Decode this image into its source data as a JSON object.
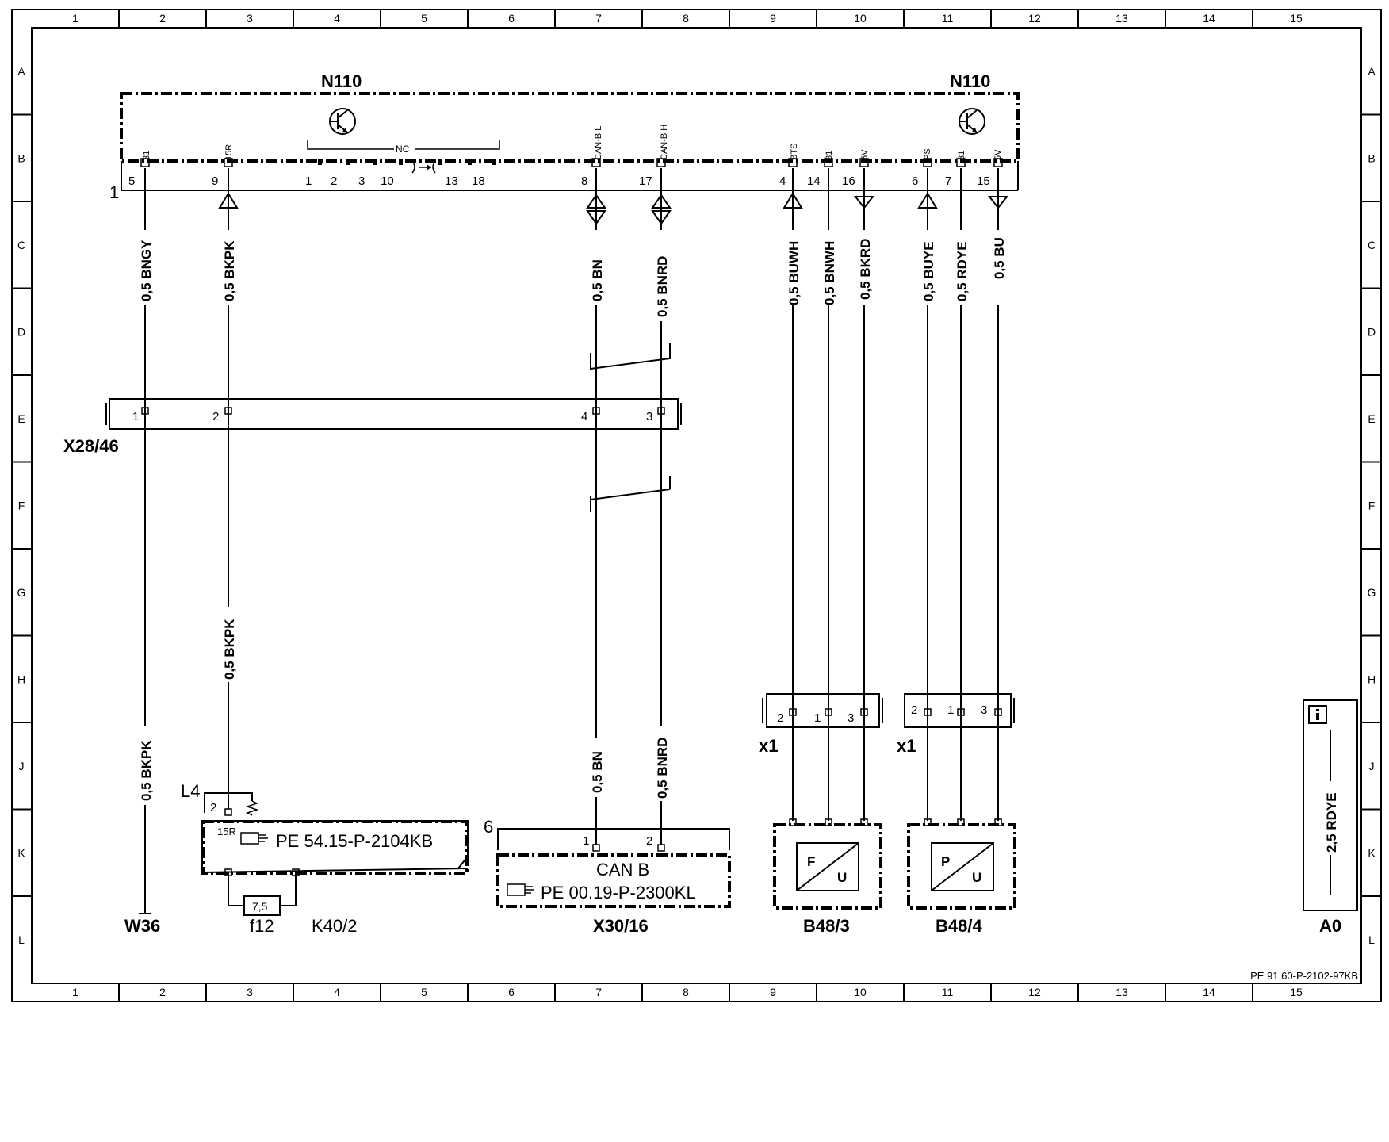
{
  "border": {
    "columns": [
      "1",
      "2",
      "3",
      "4",
      "5",
      "6",
      "7",
      "8",
      "9",
      "10",
      "11",
      "12",
      "13",
      "14",
      "15"
    ],
    "rows": [
      "A",
      "B",
      "C",
      "D",
      "E",
      "F",
      "G",
      "H",
      "J",
      "K",
      "L"
    ]
  },
  "doc_ref": "PE 91.60-P-2102-97KB",
  "n110_left": {
    "name": "N110",
    "box_index": "1",
    "nc_label": "NC",
    "pin_labels": [
      {
        "num": "5",
        "sig": "31"
      },
      {
        "num": "9",
        "sig": "15R"
      },
      {
        "num": "1"
      },
      {
        "num": "2"
      },
      {
        "num": "3"
      },
      {
        "num": "10"
      },
      {
        "num": "13"
      },
      {
        "num": "18"
      },
      {
        "num": "8",
        "sig": "CAN-B L"
      },
      {
        "num": "17",
        "sig": "CAN-B H"
      }
    ]
  },
  "n110_right": {
    "name": "N110",
    "pin_labels": [
      {
        "num": "4",
        "sig": "BTS"
      },
      {
        "num": "14",
        "sig": "31"
      },
      {
        "num": "16",
        "sig": "5V"
      },
      {
        "num": "6",
        "sig": "PS"
      },
      {
        "num": "7",
        "sig": "31"
      },
      {
        "num": "15",
        "sig": "5V"
      }
    ]
  },
  "wires_top": [
    "0,5 BNGY",
    "0,5 BKPK",
    "0,5 BN",
    "0,5 BNRD",
    "0,5 BUWH",
    "0,5 BNWH",
    "0,5 BKRD",
    "0,5 BUYE",
    "0,5 RDYE",
    "0,5 BU"
  ],
  "wires_mid": [
    "0,5 BKPK",
    "0,5 BKPK",
    "0,5 BN",
    "0,5 BNRD"
  ],
  "x28_46": {
    "name": "X28/46",
    "pins": [
      "1",
      "2",
      "4",
      "3"
    ]
  },
  "x1_left": {
    "name": "x1",
    "pins": [
      "2",
      "1",
      "3"
    ]
  },
  "x1_right": {
    "name": "x1",
    "pins": [
      "2",
      "1",
      "3"
    ]
  },
  "l4": {
    "name": "L4",
    "pin": "2",
    "sig": "15R"
  },
  "k40_2": {
    "name": "K40/2",
    "ref": "PE 54.15-P-2104KB"
  },
  "f12": {
    "name": "f12",
    "rating": "7,5"
  },
  "w36": {
    "name": "W36"
  },
  "x30_16": {
    "name": "X30/16",
    "box_index": "6",
    "pins": [
      "1",
      "2"
    ],
    "title": "CAN B",
    "ref": "PE 00.19-P-2300KL"
  },
  "b48_3": {
    "name": "B48/3",
    "letter_top": "F",
    "letter_bottom": "U"
  },
  "b48_4": {
    "name": "B48/4",
    "letter_top": "P",
    "letter_bottom": "U"
  },
  "a0": {
    "name": "A0",
    "wire": "2,5 RDYE"
  },
  "icons": [
    "transistor-icon",
    "pointing-hand-icon",
    "info-icon"
  ]
}
